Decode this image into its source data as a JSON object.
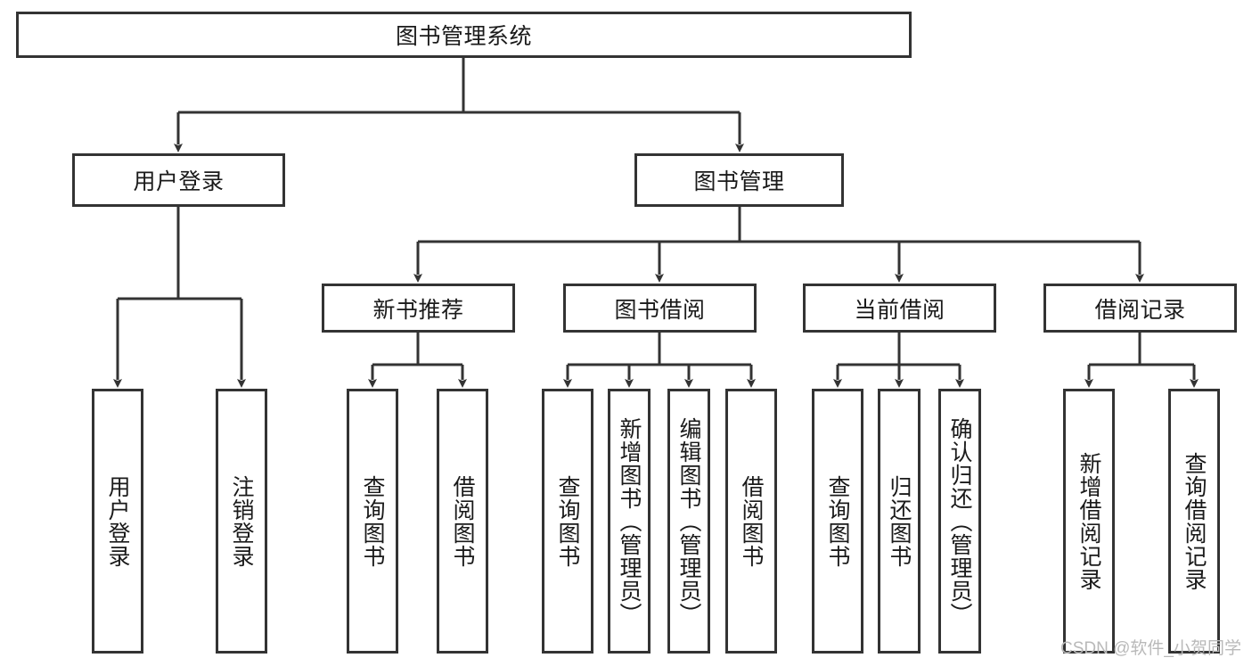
{
  "diagram": {
    "title_node": {
      "label": "图书管理系统"
    },
    "level2": [
      {
        "id": "user-login",
        "label": "用户登录"
      },
      {
        "id": "book-manage",
        "label": "图书管理"
      }
    ],
    "level3": [
      {
        "id": "new-book-recommend",
        "label": "新书推荐"
      },
      {
        "id": "book-borrow",
        "label": "图书借阅"
      },
      {
        "id": "current-borrow",
        "label": "当前借阅"
      },
      {
        "id": "borrow-record",
        "label": "借阅记录"
      }
    ],
    "leaves": [
      {
        "id": "leaf-user-login",
        "label": "用户登录",
        "parent": "user-login"
      },
      {
        "id": "leaf-logout-login",
        "label": "注销登录",
        "parent": "user-login"
      },
      {
        "id": "leaf-query-book-1",
        "label": "查询图书",
        "parent": "new-book-recommend"
      },
      {
        "id": "leaf-borrow-book-1",
        "label": "借阅图书",
        "parent": "new-book-recommend"
      },
      {
        "id": "leaf-query-book-2",
        "label": "查询图书",
        "parent": "book-borrow"
      },
      {
        "id": "leaf-add-book",
        "label": "新增图书（管理员）",
        "parent": "book-borrow"
      },
      {
        "id": "leaf-edit-book",
        "label": "编辑图书（管理员）",
        "parent": "book-borrow"
      },
      {
        "id": "leaf-borrow-book-2",
        "label": "借阅图书",
        "parent": "book-borrow"
      },
      {
        "id": "leaf-query-book-3",
        "label": "查询图书",
        "parent": "current-borrow"
      },
      {
        "id": "leaf-return-book",
        "label": "归还图书",
        "parent": "current-borrow"
      },
      {
        "id": "leaf-confirm-return",
        "label": "确认归还（管理员）",
        "parent": "current-borrow"
      },
      {
        "id": "leaf-add-record",
        "label": "新增借阅记录",
        "parent": "borrow-record"
      },
      {
        "id": "leaf-query-record",
        "label": "查询借阅记录",
        "parent": "borrow-record"
      }
    ],
    "watermark": "CSDN @软件_小贺同学",
    "colors": {
      "border": "#333333",
      "background": "#ffffff",
      "text": "#1a1a1a",
      "watermark": "#b9b9b9"
    }
  }
}
